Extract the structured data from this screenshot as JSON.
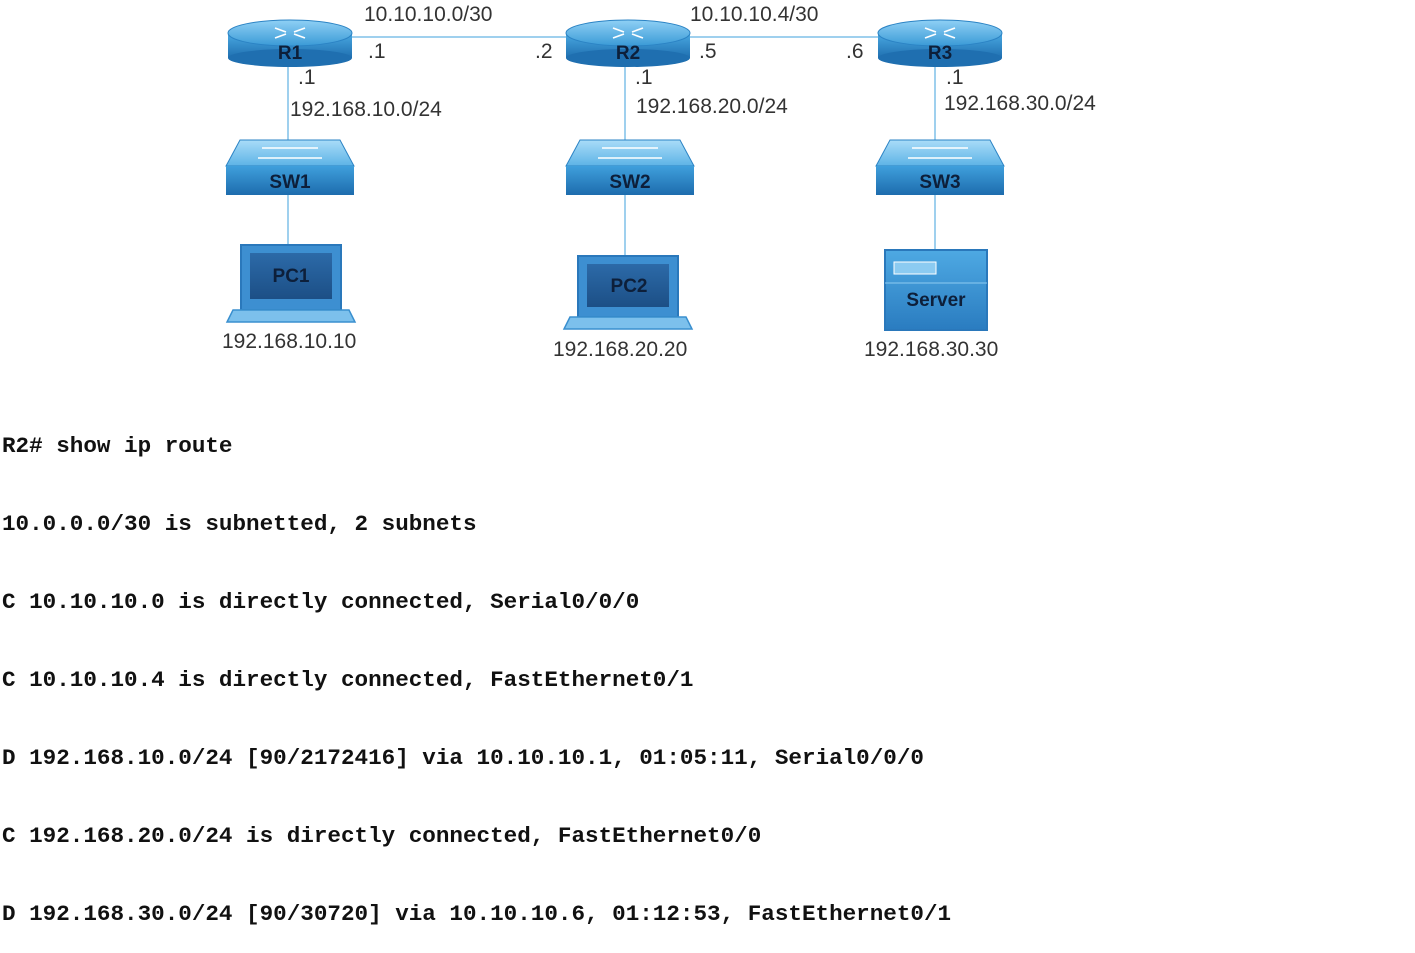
{
  "devices": {
    "r1": "R1",
    "r2": "R2",
    "r3": "R3",
    "sw1": "SW1",
    "sw2": "SW2",
    "sw3": "SW3",
    "pc1": "PC1",
    "pc2": "PC2",
    "server": "Server"
  },
  "networks": {
    "wan1": "10.10.10.0/30",
    "wan2": "10.10.10.4/30",
    "lan1": "192.168.10.0/24",
    "lan2": "192.168.20.0/24",
    "lan3": "192.168.30.0/24"
  },
  "interfaces": {
    "r1_wan": ".1",
    "r2_wan1": ".2",
    "r2_wan2": ".5",
    "r3_wan": ".6",
    "r1_lan": ".1",
    "r2_lan": ".1",
    "r3_lan": ".1"
  },
  "hosts": {
    "pc1_ip": "192.168.10.10",
    "pc2_ip": "192.168.20.20",
    "server_ip": "192.168.30.30"
  },
  "cli": {
    "lines": [
      "R2# show ip route",
      "10.0.0.0/30 is subnetted, 2 subnets",
      "C 10.10.10.0 is directly connected, Serial0/0/0",
      "C 10.10.10.4 is directly connected, FastEthernet0/1",
      "D 192.168.10.0/24 [90/2172416] via 10.10.10.1, 01:05:11, Serial0/0/0",
      "C 192.168.20.0/24 is directly connected, FastEthernet0/0",
      "D 192.168.30.0/24 [90/30720] via 10.10.10.6, 01:12:53, FastEthernet0/1"
    ]
  }
}
